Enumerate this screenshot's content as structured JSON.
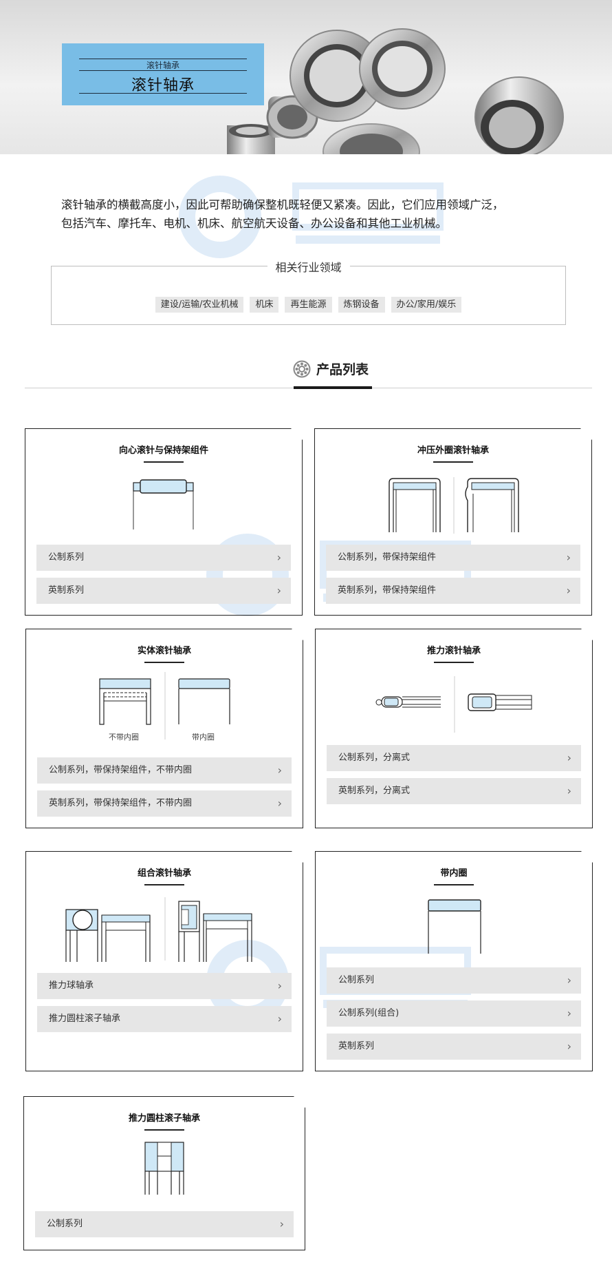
{
  "banner": {
    "small_title": "滚针轴承",
    "large_title": "滚针轴承"
  },
  "intro": {
    "text_line1": "滚针轴承的横截高度小，因此可帮助确保整机既轻便又紧凑。因此，它们应用领域广泛，",
    "text_line2": "包括汽车、摩托车、电机、机床、航空航天设备、办公设备和其他工业机械。"
  },
  "industry": {
    "title": "相关行业领域",
    "tags": [
      "建设/运输/农业机械",
      "机床",
      "再生能源",
      "炼钢设备",
      "办公/家用/娱乐"
    ]
  },
  "product_list": {
    "title": "产品列表",
    "icon": "bearing-icon"
  },
  "cards": [
    {
      "title": "向心滚针与保持架组件",
      "rows": [
        "公制系列",
        "英制系列"
      ]
    },
    {
      "title": "冲压外圈滚针轴承",
      "rows": [
        "公制系列，带保持架组件",
        "英制系列，带保持架组件"
      ]
    },
    {
      "title": "实体滚针轴承",
      "captions": [
        "不带内圈",
        "带内圈"
      ],
      "rows": [
        "公制系列，带保持架组件，不带内圈",
        "英制系列，带保持架组件，不带内圈"
      ]
    },
    {
      "title": "推力滚针轴承",
      "rows": [
        "公制系列，分离式",
        "英制系列，分离式"
      ]
    },
    {
      "title": "组合滚针轴承",
      "rows": [
        "推力球轴承",
        "推力圆柱滚子轴承"
      ]
    },
    {
      "title": "带内圈",
      "rows": [
        "公制系列",
        "公制系列(组合)",
        "英制系列"
      ]
    },
    {
      "title": "推力圆柱滚子轴承",
      "rows": [
        "公制系列"
      ]
    }
  ],
  "colors": {
    "banner_box": "#79bde6",
    "part_fill": "#cfe8f6",
    "row_bg": "#e6e6e6"
  }
}
